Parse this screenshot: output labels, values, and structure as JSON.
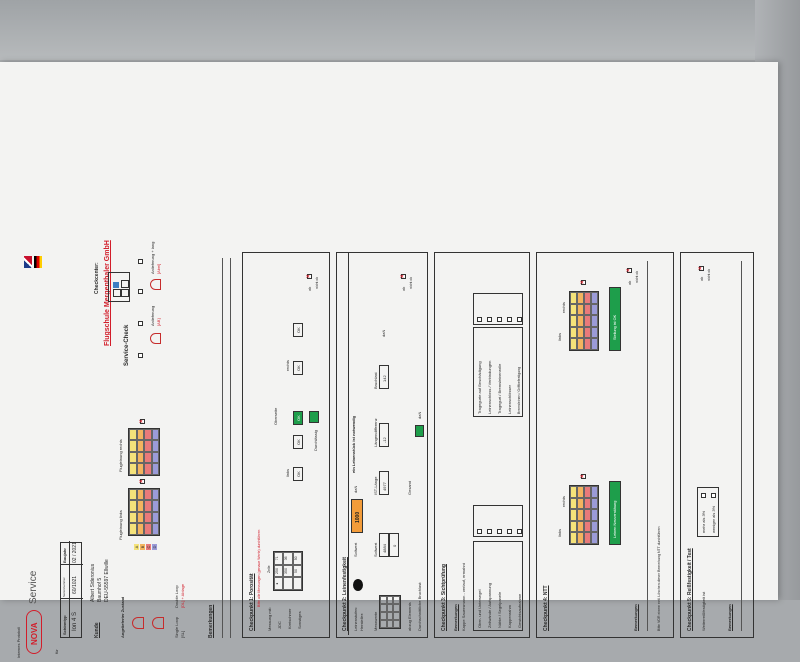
{
  "header": {
    "protocol_label": "Internes Protokoll",
    "brand": "NOVA",
    "service": "Service",
    "fuer": "für",
    "schirmtyp_label": "Schirmtyp",
    "serial_label": "Seriennummer",
    "baujahr_label": "Baujahr",
    "schirmtyp": "Ion 4 S",
    "serial": "60/1021",
    "baujahr": "02 / 2021",
    "checkcenter_label": "Checkcenter:",
    "checkcenter": "Flugschule Mergenthaler GmbH",
    "service_check": "Service-Check"
  },
  "kunde": {
    "label": "Kunde",
    "name": "Albert Sideronius",
    "street": "Baumhof 5",
    "city": "DEU-55597 Ellwille"
  },
  "angelieferter_zustand": {
    "label": "Angelieferter Zustand",
    "single_loop": "Single Loop",
    "single_loop_code": "[SL]",
    "double_loop": "Double Loop",
    "double_loop_code": "[DL] + Ablage"
  },
  "leinen_tables": {
    "left_label": "Flugleinung links",
    "right_label": "Flugleinung rechts",
    "rows": [
      "A",
      "B",
      "C",
      "D"
    ]
  },
  "anlieferung_labels": {
    "kleine": "Anlieferung",
    "gross": "Anlieferung + lang",
    "code_a": "[AB]",
    "code_b": "[Abel]"
  },
  "bemerkungen": "Bemerkungen",
  "cp1": {
    "title": "Checkpunkt 1: Porosität",
    "note": "Bitte alle Messungen (genaue Werte) durchführen",
    "messung": "Messung mit:",
    "jdc": "JDC",
    "kretschmer": "Kretschmer",
    "sonstiges": "Sonstiges",
    "v1": "250",
    "v2": "350",
    "v3": "50",
    "zelle_label": "Zelle",
    "links": "links",
    "oberseite": "Oberseite",
    "rechts": "rechts",
    "ok": "OK",
    "durchlaessig": "Durchlässig",
    "okr": "ok",
    "nicht_ok": "nicht ok"
  },
  "cp2": {
    "title": "Checkpunkt 2: Leinenfestigkeit",
    "leinenstufen": "Leinenstufen:",
    "hersteller": "Hersteller:",
    "sollwert": "Sollwert",
    "sollwert_val": "1000",
    "messwerte": "Messwerte",
    "istlaenge": "IST-Länge",
    "laengendifferenz": "Längendifferenz",
    "bruchlast": "Bruchlast",
    "val1": "4884",
    "val2": "4977",
    "val3": "-12",
    "val4": "142",
    "val5": "0",
    "einheit": "daN",
    "ein_leinenstueck": "ein Leinenstück ist notwendig",
    "abzug_elements": "abzug Elements",
    "gesamt": "Gesamt",
    "durchschnitt": "Durchschnittliche Bruchlast:",
    "ok": "ok",
    "nicht_ok": "nicht ok"
  },
  "cp3": {
    "title": "Checkpunkt 3: Sichtprüfung",
    "bemerkungen": "Bemerkungen",
    "kappe": "Kappe Sauersmann - verlauf, ermahnt",
    "left_items": [
      "Ober- und Untersegel",
      "Zellwände / Aufspannung",
      "Nähte / Segelpanele",
      "Kappenrahm",
      "Gewichtsaufnahme"
    ],
    "right_items": [
      "Tragegurte auf Beschädigung",
      "Leinenschloss / Verbindungen",
      "Tragegurt / Bremsleinenrolle",
      "Leinenschlösser",
      "Bremsleinen / Griffbefestigung"
    ],
    "ok": "ok",
    "nicht_ok": "nicht ok"
  },
  "cp4": {
    "title": "Checkpunkt 4: NTT",
    "links": "links",
    "rechts": "rechts",
    "btn_left": "Leinen Neuvernähung",
    "btn_right": "Stellung ist OK",
    "bemerkungen": "Bemerkungen",
    "note": "Bitte VOR einem evtl. Löschen dieser Bemerkung NTT durchführen",
    "ok": "ok",
    "nicht_ok": "nicht ok"
  },
  "cp5": {
    "title": "Checkpunkt 5: Reißfestigkeit / Test",
    "weiter": "Weiterreißfestigkeit ist",
    "mehr": "mehr als 3%",
    "weniger": "weniger als 3%",
    "bemerkungen": "Bemerkungen",
    "ok": "ok",
    "nicht_ok": "nicht ok"
  },
  "colors": {
    "brand_red": "#d21d2a",
    "green": "#1e9e4b"
  }
}
